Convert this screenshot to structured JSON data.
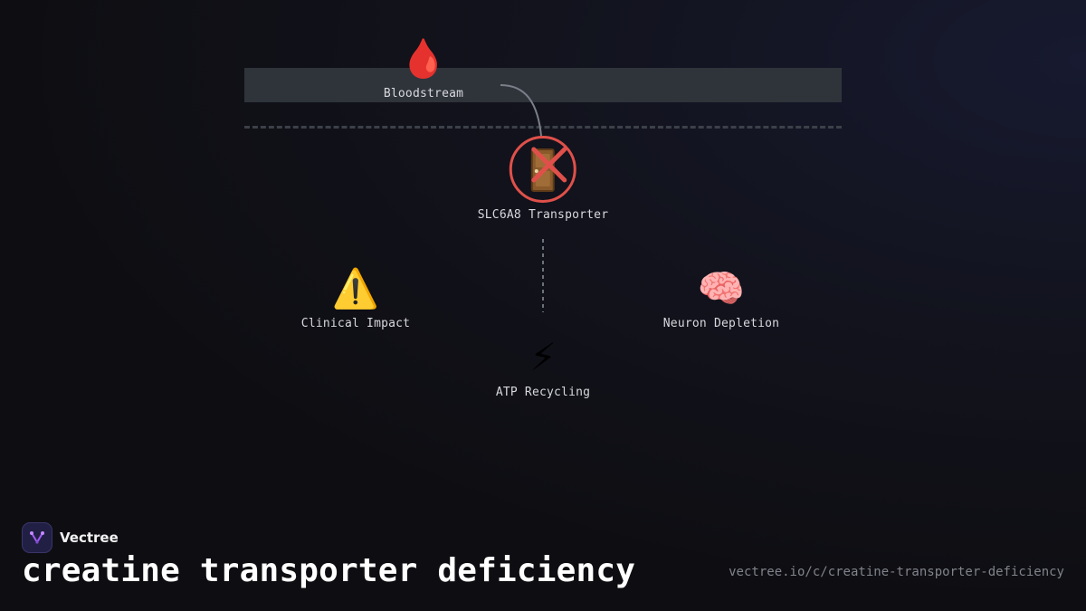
{
  "diagram": {
    "nodes": {
      "bloodstream": {
        "label": "Bloodstream",
        "icon": "blood-drop-icon",
        "glyph": "🩸"
      },
      "transporter": {
        "label": "SLC6A8 Transporter",
        "icon": "door-crossed-icon",
        "glyph": "🚪",
        "status_color": "#e0504a"
      },
      "clinical": {
        "label": "Clinical Impact",
        "icon": "warning-icon",
        "glyph": "⚠️"
      },
      "neuron": {
        "label": "Neuron Depletion",
        "icon": "brain-icon",
        "glyph": "🧠"
      },
      "atp": {
        "label": "ATP Recycling",
        "icon": "lightning-icon",
        "glyph": "⚡"
      }
    },
    "membrane_color": "#2f343b"
  },
  "footer": {
    "brand_name": "Vectree",
    "brand_color": "#a15cf0",
    "title": "creatine transporter deficiency",
    "url": "vectree.io/c/creatine-transporter-deficiency"
  }
}
